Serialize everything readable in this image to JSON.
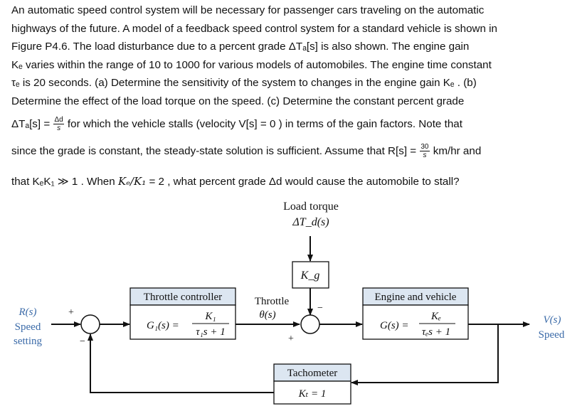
{
  "problem": {
    "line1": "An automatic speed control system will be necessary for passenger cars traveling on the automatic",
    "line2": "highways of the future. A model of a feedback speed control system for a standard vehicle is shown in",
    "line3": "Figure P4.6. The load disturbance due to a percent grade ΔTₐ[s] is also shown. The engine gain",
    "line4": "Kₑ varies within the range of 10 to 1000 for various models of automobiles. The engine time constant",
    "line5": "τₑ is 20 seconds. (a) Determine the sensitivity of the system to changes in the engine gain Kₑ . (b)",
    "line6": "Determine the effect of the load torque on the speed. (c) Determine the constant percent grade",
    "line7a": "ΔTₐ[s] =",
    "line7_frac_num": "Δd",
    "line7_frac_den": "s",
    "line7b": "for which the vehicle stalls (velocity V[s] = 0 ) in terms of the gain factors. Note that",
    "line8a": "since the grade is constant, the steady-state solution is sufficient. Assume that R[s] =",
    "line8_frac_num": "30",
    "line8_frac_den": "s",
    "line8b": "km/hr and",
    "line9a": "that KₑK₁ ≫ 1 . When",
    "line9_ratio": "Kₑ/K₁",
    "line9b": "= 2 , what percent grade Δd would cause the automobile to stall?"
  },
  "diagram": {
    "load_torque_label": "Load torque",
    "load_torque_symbol": "ΔT_d(s)",
    "kg_block": "K_g",
    "throttle_controller_title": "Throttle controller",
    "throttle_controller_tf_left": "G₁(s) =",
    "throttle_controller_tf_num": "K₁",
    "throttle_controller_tf_den": "τ₁s + 1",
    "throttle_label": "Throttle",
    "throttle_symbol": "θ(s)",
    "engine_title": "Engine and vehicle",
    "engine_tf_left": "G(s) =",
    "engine_tf_num": "Kₑ",
    "engine_tf_den": "τₑs + 1",
    "input_symbol": "R(s)",
    "input_label_1": "Speed",
    "input_label_2": "setting",
    "output_symbol": "V(s)",
    "output_label": "Speed",
    "tachometer_title": "Tachometer",
    "tachometer_tf": "Kₜ = 1",
    "sum1_plus": "+",
    "sum1_minus": "−",
    "sum2_plus": "+",
    "sum2_minus": "−"
  }
}
